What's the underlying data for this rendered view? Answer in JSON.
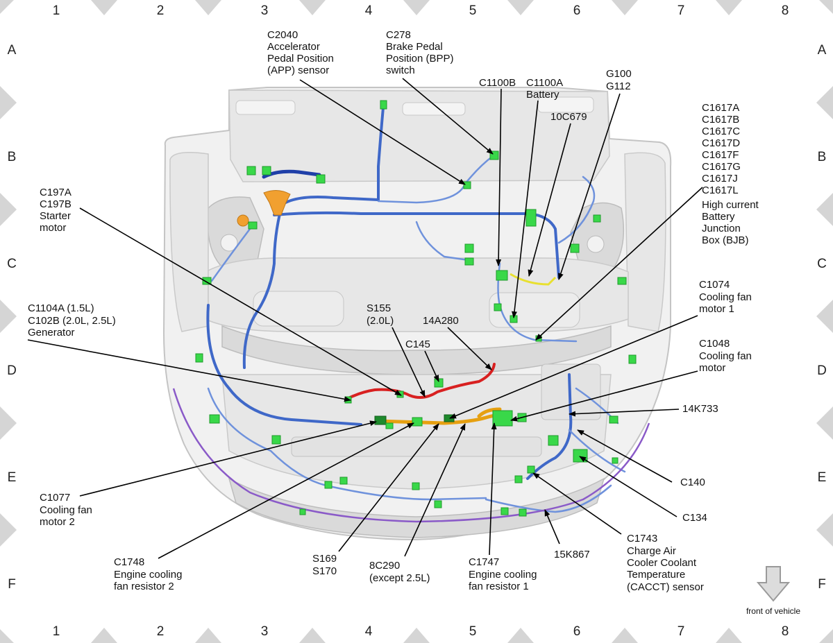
{
  "grid": {
    "columns": [
      "1",
      "2",
      "3",
      "4",
      "5",
      "6",
      "7",
      "8"
    ],
    "rows": [
      "A",
      "B",
      "C",
      "D",
      "E",
      "F"
    ]
  },
  "callouts": {
    "c2040": [
      "C2040",
      "Accelerator",
      "Pedal Position",
      "(APP) sensor"
    ],
    "c278": [
      "C278",
      "Brake Pedal",
      "Position (BPP)",
      "switch"
    ],
    "c1100b": [
      "C1100B"
    ],
    "c1100a": [
      "C1100A",
      "Battery"
    ],
    "g100": [
      "G100",
      "G112"
    ],
    "c10c679": [
      "10C679"
    ],
    "c1617": [
      "C1617A",
      "C1617B",
      "C1617C",
      "C1617D",
      "C1617F",
      "C1617G",
      "C1617J",
      "C1617L",
      "High current",
      "Battery",
      "Junction",
      "Box (BJB)"
    ],
    "c197": [
      "C197A",
      "C197B",
      "Starter",
      "motor"
    ],
    "c1104": [
      "C1104A (1.5L)",
      "C102B   (2.0L, 2.5L)",
      "Generator"
    ],
    "s155": [
      "S155",
      "(2.0L)"
    ],
    "a14a280": [
      "14A280"
    ],
    "c145": [
      "C145"
    ],
    "c1074": [
      "C1074",
      "Cooling fan",
      "motor 1"
    ],
    "c1048": [
      "C1048",
      "Cooling fan",
      "motor"
    ],
    "k14k733": [
      "14K733"
    ],
    "c140": [
      "C140"
    ],
    "c134": [
      "C134"
    ],
    "c1077": [
      "C1077",
      "Cooling fan",
      "motor 2"
    ],
    "c1748": [
      "C1748",
      "Engine cooling",
      "fan resistor 2"
    ],
    "s169": [
      "S169",
      "S170"
    ],
    "c8c290": [
      "8C290",
      "(except 2.5L)"
    ],
    "c1747": [
      "C1747",
      "Engine cooling",
      "fan resistor 1"
    ],
    "k15k867": [
      "15K867"
    ],
    "c1743": [
      "C1743",
      "Charge Air",
      "Cooler Coolant",
      "Temperature",
      "(CACCT) sensor"
    ]
  },
  "front_note": "front of vehicle",
  "colors": {
    "harness_main": "#3f68c8",
    "harness_power": "#d82020",
    "harness_fan": "#e6a010",
    "connector": "#39d849",
    "grid_marker": "#d5d5d5"
  }
}
